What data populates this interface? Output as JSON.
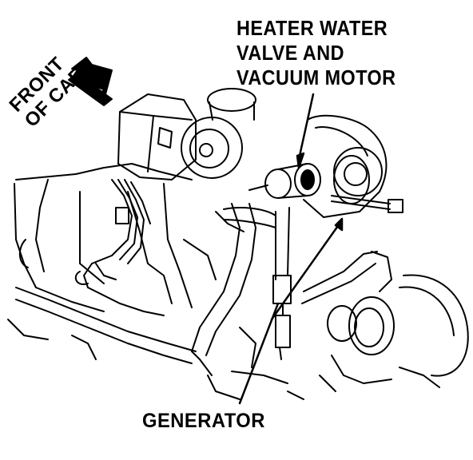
{
  "labels": {
    "heater_valve_line1": "HEATER WATER",
    "heater_valve_line2": "VALVE AND",
    "heater_valve_line3": "VACUUM MOTOR",
    "generator": "GENERATOR",
    "front_line1": "FRONT",
    "front_line2": "OF CAR"
  },
  "colors": {
    "ink": "#000000",
    "paper": "#ffffff"
  },
  "icons": {
    "direction": "front-arrow-icon"
  }
}
